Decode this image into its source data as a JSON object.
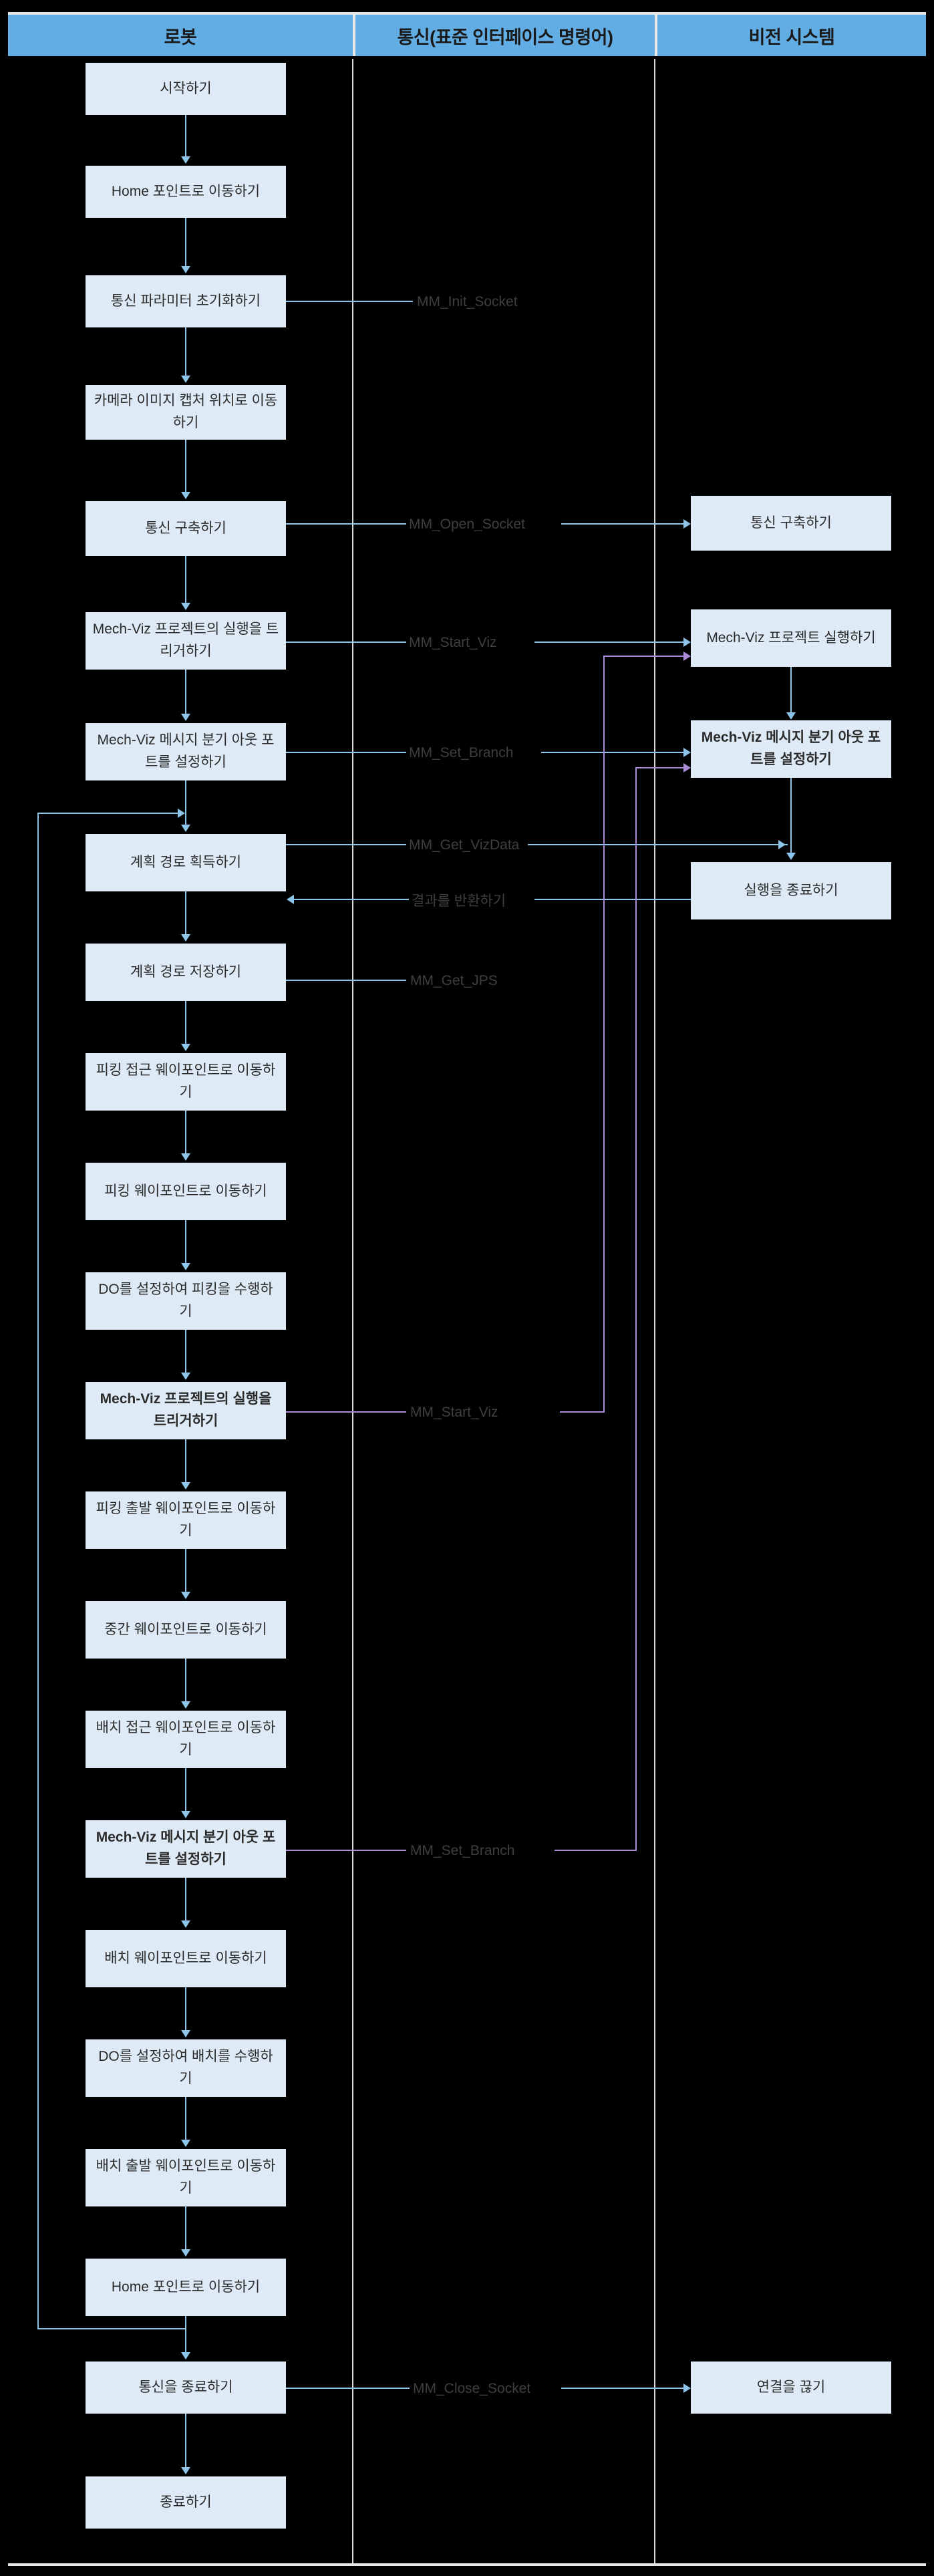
{
  "diagram": {
    "title": "Robot / Communication / Vision System pick-and-place flowchart",
    "background": "#000000",
    "colors": {
      "header_fill": "#63ADE5",
      "box_fill": "#DEEAF6",
      "connector_blue": "#8EC4E8",
      "connector_purple": "#A98BD8",
      "text": "#2b2b2b",
      "lane_divider": "#d8d8d8"
    }
  },
  "lanes": [
    {
      "id": "robot",
      "title": "로봇"
    },
    {
      "id": "comm",
      "title": "통신(표준 인터페이스 명령어)"
    },
    {
      "id": "vision",
      "title": "비전 시스템"
    }
  ],
  "robot_steps": [
    {
      "n": 1,
      "label": "시작하기",
      "bold": false
    },
    {
      "n": 2,
      "label": "Home 포인트로 이동하기",
      "bold": false
    },
    {
      "n": 3,
      "label": "통신 파라미터 초기화하기",
      "bold": false
    },
    {
      "n": 4,
      "label": "카메라 이미지 캡처 위치로 이동하기",
      "bold": false
    },
    {
      "n": 5,
      "label": "통신 구축하기",
      "bold": false
    },
    {
      "n": 6,
      "label": "Mech-Viz 프로젝트의 실행을 트리거하기",
      "bold": false
    },
    {
      "n": 7,
      "label": "Mech-Viz 메시지 분기 아웃 포트를 설정하기",
      "bold": false
    },
    {
      "n": 8,
      "label": "계획 경로 획득하기",
      "bold": false
    },
    {
      "n": 9,
      "label": "계획 경로 저장하기",
      "bold": false
    },
    {
      "n": 10,
      "label": "피킹 접근 웨이포인트로 이동하기",
      "bold": false
    },
    {
      "n": 11,
      "label": "피킹 웨이포인트로 이동하기",
      "bold": false
    },
    {
      "n": 12,
      "label": "DO를 설정하여 피킹을 수행하기",
      "bold": false
    },
    {
      "n": 13,
      "label": "Mech-Viz 프로젝트의 실행을 트리거하기",
      "bold": true
    },
    {
      "n": 14,
      "label": "피킹 출발 웨이포인트로 이동하기",
      "bold": false
    },
    {
      "n": 15,
      "label": "중간 웨이포인트로 이동하기",
      "bold": false
    },
    {
      "n": 16,
      "label": "배치 접근 웨이포인트로 이동하기",
      "bold": false
    },
    {
      "n": 17,
      "label": "Mech-Viz 메시지 분기 아웃 포트를 설정하기",
      "bold": true
    },
    {
      "n": 18,
      "label": "배치 웨이포인트로 이동하기",
      "bold": false
    },
    {
      "n": 19,
      "label": "DO를 설정하여 배치를 수행하기",
      "bold": false
    },
    {
      "n": 20,
      "label": "배치 출발 웨이포인트로 이동하기",
      "bold": false
    },
    {
      "n": 21,
      "label": "Home 포인트로 이동하기",
      "bold": false
    },
    {
      "n": 22,
      "label": "통신을 종료하기",
      "bold": false
    },
    {
      "n": 23,
      "label": "종료하기",
      "bold": false
    }
  ],
  "vision_steps": [
    {
      "n": 1,
      "label": "통신 구축하기",
      "bold": false
    },
    {
      "n": 2,
      "label": "Mech-Viz 프로젝트 실행하기",
      "bold": false
    },
    {
      "n": 3,
      "label": "Mech-Viz 메시지 분기 아웃 포트를 설정하기",
      "bold": true
    },
    {
      "n": 4,
      "label": "실행을 종료하기",
      "bold": false
    },
    {
      "n": 5,
      "label": "연결을 끊기",
      "bold": false
    }
  ],
  "comm_labels": [
    {
      "n": 1,
      "label": "MM_Init_Socket",
      "color": "blue"
    },
    {
      "n": 2,
      "label": "MM_Open_Socket",
      "color": "blue"
    },
    {
      "n": 3,
      "label": "MM_Start_Viz",
      "color": "blue"
    },
    {
      "n": 4,
      "label": "MM_Set_Branch",
      "color": "blue"
    },
    {
      "n": 5,
      "label": "MM_Get_VizData",
      "color": "blue"
    },
    {
      "n": 6,
      "label": "결과를 반환하기",
      "color": "blue"
    },
    {
      "n": 7,
      "label": "MM_Get_JPS",
      "color": "blue"
    },
    {
      "n": 8,
      "label": "MM_Start_Viz",
      "color": "purple"
    },
    {
      "n": 9,
      "label": "MM_Set_Branch",
      "color": "purple"
    },
    {
      "n": 10,
      "label": "MM_Close_Socket",
      "color": "blue"
    }
  ]
}
